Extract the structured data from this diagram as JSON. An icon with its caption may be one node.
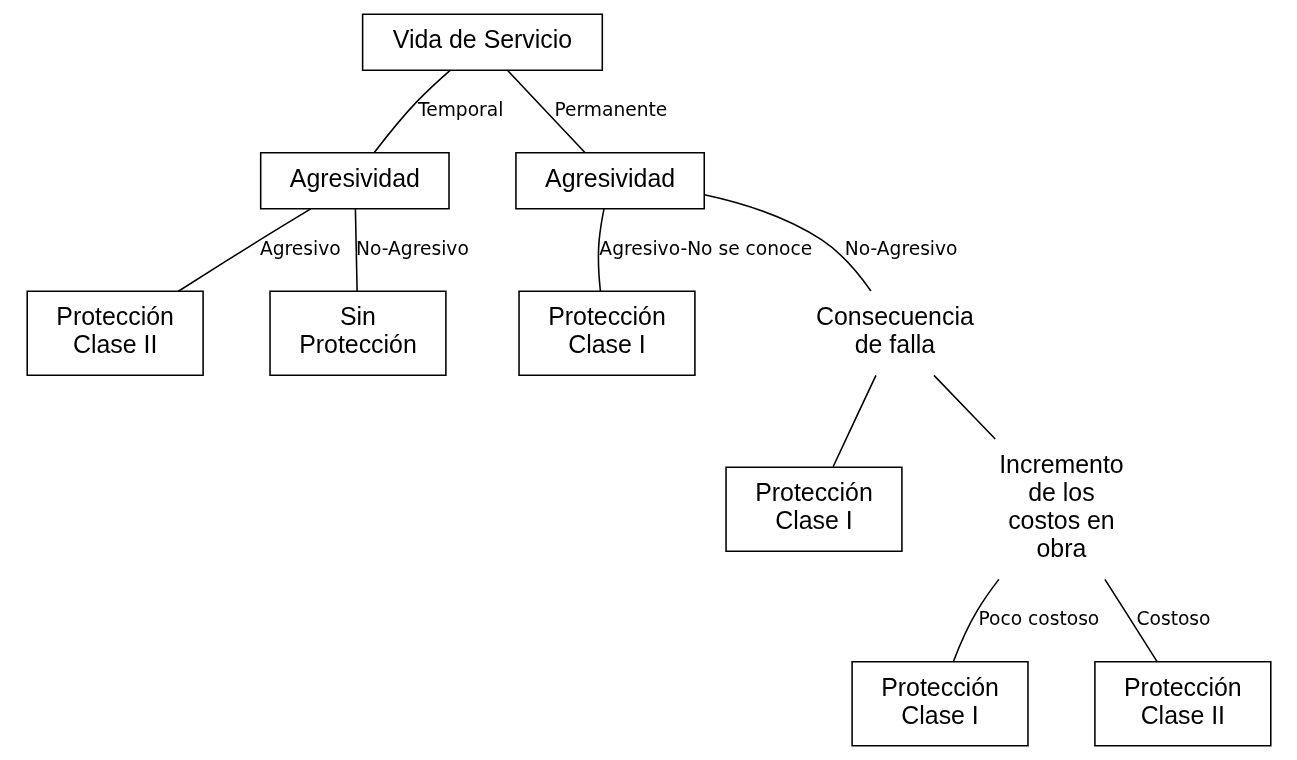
{
  "diagram": {
    "nodes": [
      {
        "text": [
          "Vida de Servicio"
        ]
      },
      {
        "text": [
          "Agresividad"
        ]
      },
      {
        "text": [
          "Agresividad"
        ]
      },
      {
        "text": [
          "Protección Clase II"
        ]
      },
      {
        "text": [
          "Sin Protección"
        ]
      },
      {
        "text": [
          "Protección Clase I"
        ]
      },
      {
        "text": [
          "Consecuencia de falla"
        ]
      },
      {
        "text": [
          "Protección Clase I"
        ]
      },
      {
        "text": [
          "Incremento de los costos en obra"
        ]
      },
      {
        "text": [
          "Protección Clase I"
        ]
      },
      {
        "text": [
          "Protección Clase II"
        ]
      }
    ],
    "edges": [
      {
        "from": 0,
        "to": 1,
        "arrow": "none",
        "label": "Temporal"
      },
      {
        "from": 0,
        "to": 2,
        "arrow": "none",
        "label": "Permanente"
      },
      {
        "from": 1,
        "to": 3,
        "arrow": "none",
        "label": "Agresivo"
      },
      {
        "from": 1,
        "to": 4,
        "arrow": "none",
        "label": "No-Agresivo"
      },
      {
        "from": 2,
        "to": 5,
        "arrow": "none",
        "label": "Agresivo-No se conoce"
      },
      {
        "from": 2,
        "to": 6,
        "arrow": "none",
        "label": "No-Agresivo"
      },
      {
        "from": 6,
        "to": 7,
        "arrow": "none"
      },
      {
        "from": 6,
        "to": 8,
        "arrow": "none"
      },
      {
        "from": 8,
        "to": 9,
        "arrow": "none",
        "label": "Poco costoso"
      },
      {
        "from": 8,
        "to": 10,
        "arrow": "none",
        "label": "Costoso"
      }
    ]
  }
}
